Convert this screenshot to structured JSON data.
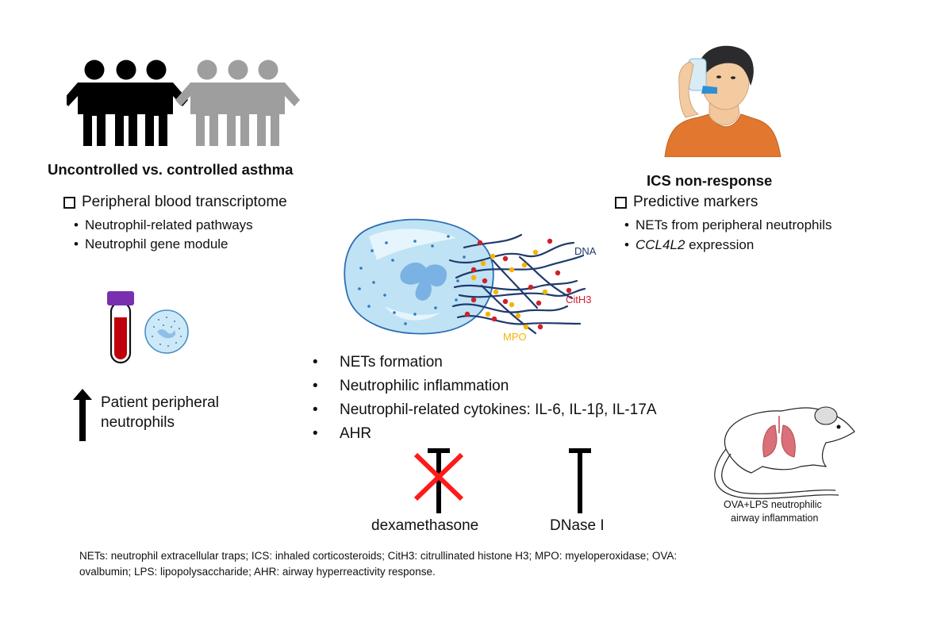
{
  "left_panel": {
    "title": "Uncontrolled vs. controlled asthma",
    "box_heading": "Peripheral blood transcriptome",
    "bullets": [
      "Neutrophil-related pathways",
      "Neutrophil gene module"
    ],
    "arrow_label_line1": "Patient peripheral",
    "arrow_label_line2": "neutrophils",
    "people_icons": {
      "uncontrolled_count": 3,
      "controlled_count": 3,
      "uncontrolled_color": "#000000",
      "controlled_color": "#9e9e9e"
    }
  },
  "right_panel": {
    "title": "ICS non-response",
    "box_heading": "Predictive markers",
    "bullet1": "NETs from peripheral neutrophils",
    "bullet2_italic": "CCL4L2",
    "bullet2_rest": " expression"
  },
  "net_diagram": {
    "label_dna": "DNA",
    "label_cith3": "CitH3",
    "label_mpo": "MPO",
    "colors": {
      "dna": "#1f3a6e",
      "cith3": "#d0202a",
      "mpo": "#f5b400",
      "cell": "#bfe3f5"
    }
  },
  "center_list": {
    "bullet_char": "•",
    "items": [
      "NETs formation",
      "Neutrophilic inflammation",
      "Neutrophil-related cytokines: IL-6, IL-1β, IL-17A",
      "AHR"
    ]
  },
  "inhibitors": {
    "dexamethasone": "dexamethasone",
    "dnase": "DNase I",
    "cross_color": "#ff1a1a"
  },
  "mouse": {
    "caption_line1": "OVA+LPS neutrophilic",
    "caption_line2": "airway inflammation"
  },
  "footnote": {
    "line1": "NETs: neutrophil extracellular traps; ICS: inhaled corticosteroids; CitH3: citrullinated histone H3; MPO: myeloperoxidase; OVA:",
    "line2": "ovalbumin; LPS: lipopolysaccharide; AHR: airway hyperreactivity response."
  }
}
